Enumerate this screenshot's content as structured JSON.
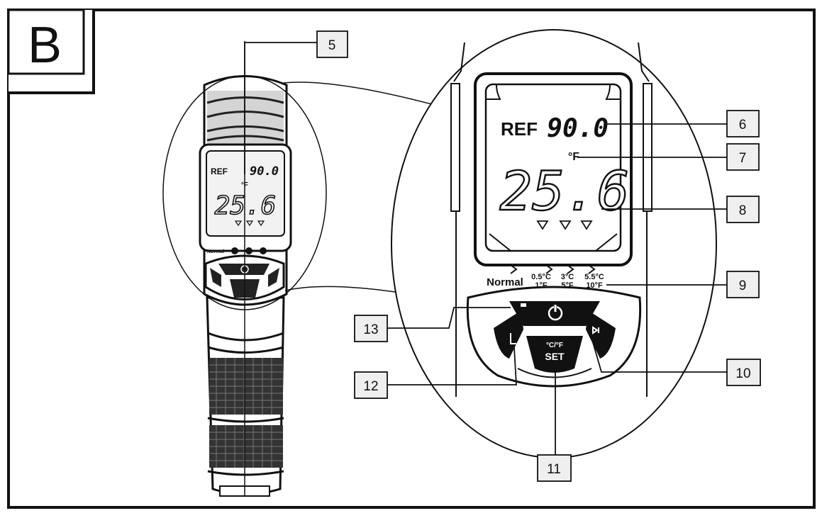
{
  "figure": {
    "panel_label": "B"
  },
  "callouts": [
    {
      "id": "5",
      "label": "5"
    },
    {
      "id": "6",
      "label": "6"
    },
    {
      "id": "7",
      "label": "7"
    },
    {
      "id": "8",
      "label": "8"
    },
    {
      "id": "9",
      "label": "9"
    },
    {
      "id": "10",
      "label": "10"
    },
    {
      "id": "11",
      "label": "11"
    },
    {
      "id": "12",
      "label": "12"
    },
    {
      "id": "13",
      "label": "13"
    }
  ],
  "display_large": {
    "ref_label": "REF",
    "ref_value": "90.0",
    "unit": "°F",
    "reading": "25.6"
  },
  "display_small": {
    "ref_label": "REF",
    "ref_value": "90.0",
    "unit": "°F",
    "reading": "25.6"
  },
  "modes": {
    "normal": "Normal",
    "m1_top": "0.5°C",
    "m1_bottom": "1°F",
    "m2_top": "3°C",
    "m2_bottom": "5°F",
    "m3_top": "5.5°C",
    "m3_bottom": "10°F"
  },
  "buttons": {
    "unit_top": "°C/°F",
    "unit_bottom": "SET"
  }
}
